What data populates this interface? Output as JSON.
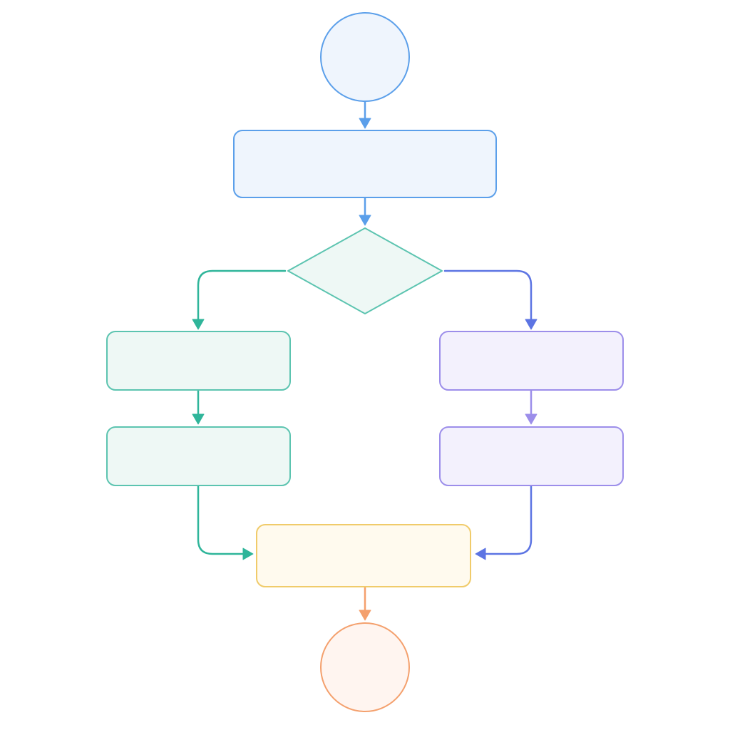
{
  "diagram": {
    "type": "flowchart",
    "nodes": [
      {
        "id": "start",
        "shape": "circle",
        "label": "",
        "color": "#5B9FEA",
        "fill": "#EFF5FD"
      },
      {
        "id": "process-1",
        "shape": "rounded-rect",
        "label": "",
        "color": "#5B9FEA",
        "fill": "#EFF5FD"
      },
      {
        "id": "decision",
        "shape": "diamond",
        "label": "",
        "color": "#5CC4B0",
        "fill": "#EEF8F5"
      },
      {
        "id": "left-step-1",
        "shape": "rounded-rect",
        "label": "",
        "color": "#5CC4B0",
        "fill": "#EEF8F5"
      },
      {
        "id": "left-step-2",
        "shape": "rounded-rect",
        "label": "",
        "color": "#5CC4B0",
        "fill": "#EEF8F5"
      },
      {
        "id": "right-step-1",
        "shape": "rounded-rect",
        "label": "",
        "color": "#9C8EEA",
        "fill": "#F3F1FD"
      },
      {
        "id": "right-step-2",
        "shape": "rounded-rect",
        "label": "",
        "color": "#9C8EEA",
        "fill": "#F3F1FD"
      },
      {
        "id": "merge",
        "shape": "rounded-rect",
        "label": "",
        "color": "#F0CB6A",
        "fill": "#FFFAEE"
      },
      {
        "id": "end",
        "shape": "circle",
        "label": "",
        "color": "#F4A06D",
        "fill": "#FFF5F0"
      }
    ],
    "edges": [
      {
        "from": "start",
        "to": "process-1",
        "color": "#5B9FEA"
      },
      {
        "from": "process-1",
        "to": "decision",
        "color": "#5B9FEA"
      },
      {
        "from": "decision",
        "to": "left-step-1",
        "color": "#2FB59A"
      },
      {
        "from": "decision",
        "to": "right-step-1",
        "color": "#5C74E3"
      },
      {
        "from": "left-step-1",
        "to": "left-step-2",
        "color": "#2FB59A"
      },
      {
        "from": "right-step-1",
        "to": "right-step-2",
        "color": "#9C8EEA"
      },
      {
        "from": "left-step-2",
        "to": "merge",
        "color": "#2FB59A"
      },
      {
        "from": "right-step-2",
        "to": "merge",
        "color": "#5C74E3"
      },
      {
        "from": "merge",
        "to": "end",
        "color": "#F4A06D"
      }
    ]
  }
}
